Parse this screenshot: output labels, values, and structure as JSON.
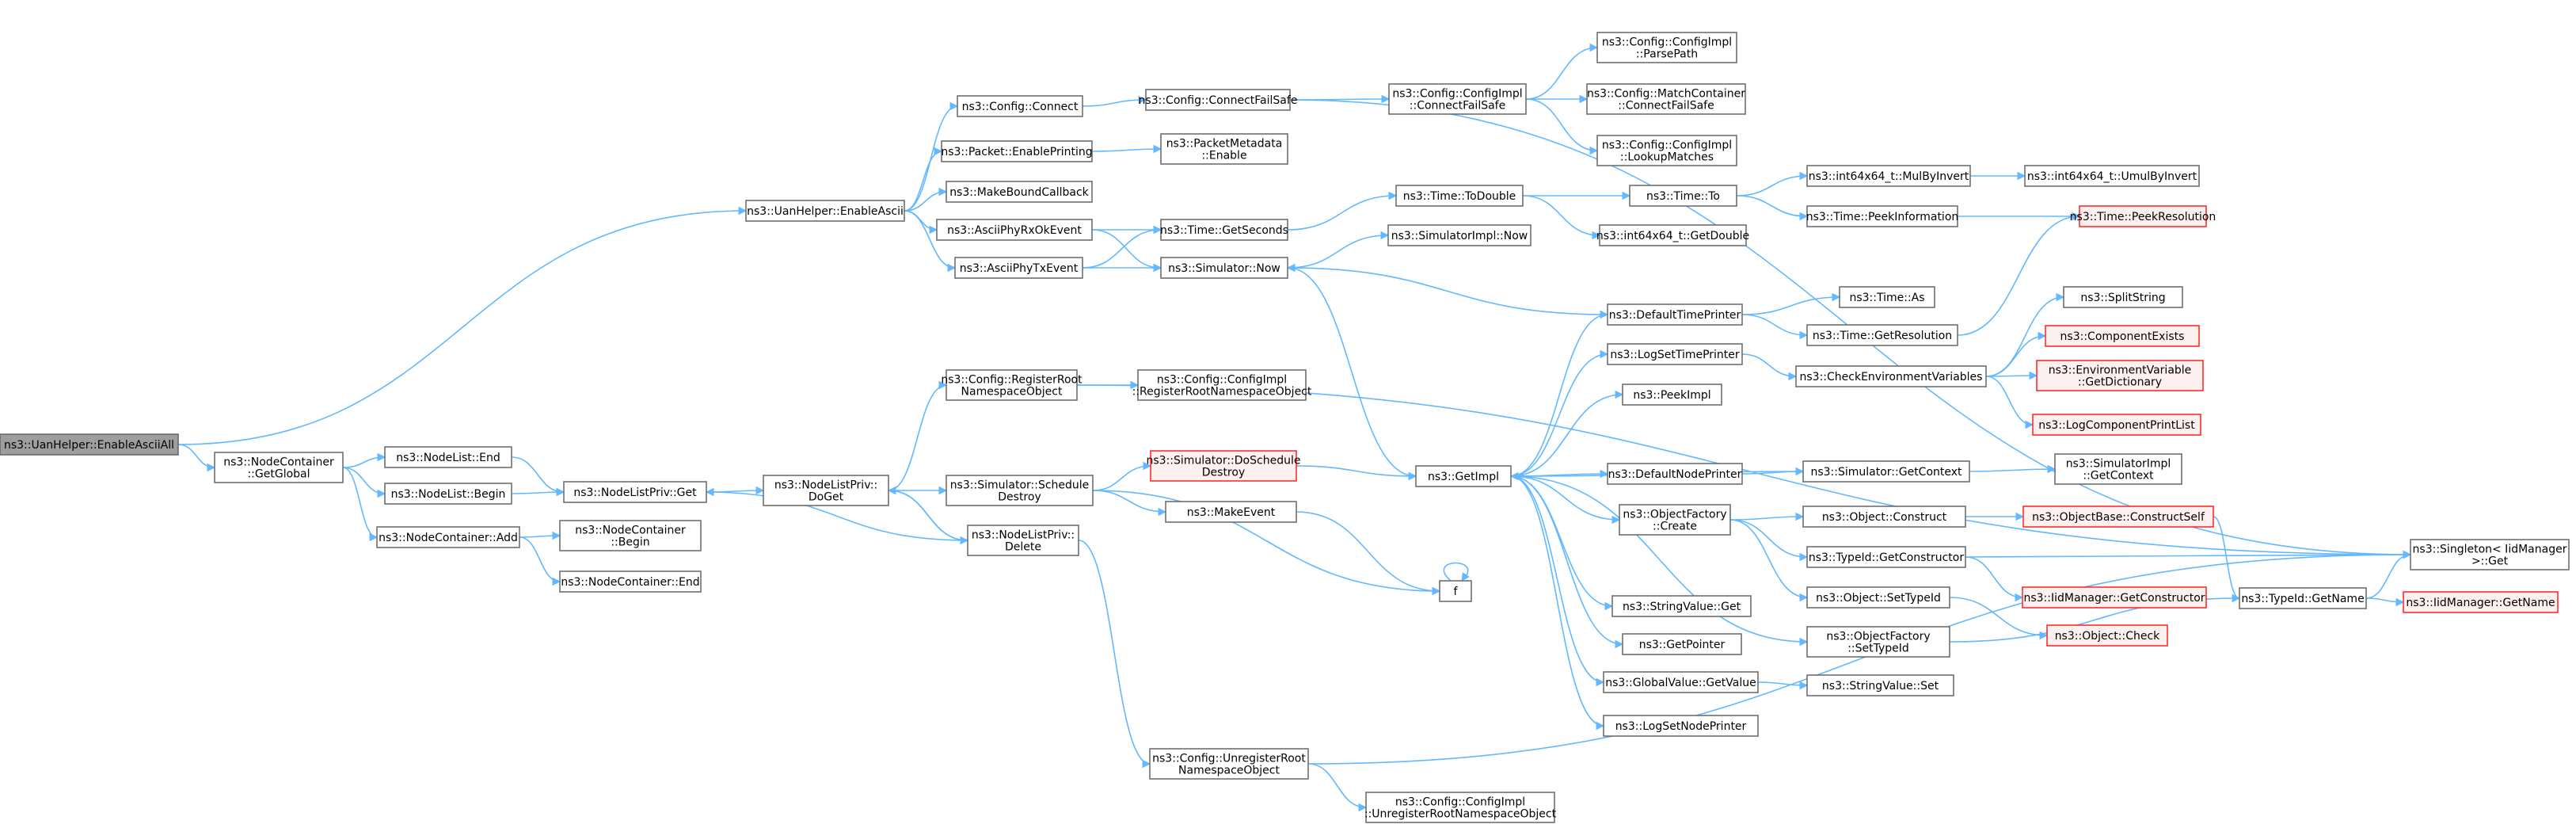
{
  "diagram": {
    "colors": {
      "edge": "#63b8ff",
      "node_border": "#666666",
      "root_fill": "#9e9e9e",
      "truncated_border": "#ff2020"
    },
    "nodes": [
      {
        "id": "root",
        "lines": [
          "ns3::UanHelper::EnableAsciiAll"
        ],
        "style": "root"
      },
      {
        "id": "ncGetGlobal",
        "lines": [
          "ns3::NodeContainer",
          "::GetGlobal"
        ]
      },
      {
        "id": "nlEnd",
        "lines": [
          "ns3::NodeList::End"
        ]
      },
      {
        "id": "nlBegin",
        "lines": [
          "ns3::NodeList::Begin"
        ]
      },
      {
        "id": "ncAdd",
        "lines": [
          "ns3::NodeContainer::Add"
        ]
      },
      {
        "id": "nlpGet",
        "lines": [
          "ns3::NodeListPriv::Get"
        ]
      },
      {
        "id": "ncBegin",
        "lines": [
          "ns3::NodeContainer",
          "::Begin"
        ]
      },
      {
        "id": "ncEnd",
        "lines": [
          "ns3::NodeContainer::End"
        ]
      },
      {
        "id": "nlpDoGet",
        "lines": [
          "ns3::NodeListPriv::",
          "DoGet"
        ]
      },
      {
        "id": "regRoot",
        "lines": [
          "ns3::Config::RegisterRoot",
          "NamespaceObject"
        ]
      },
      {
        "id": "cfgImplRegRoot",
        "lines": [
          "ns3::Config::ConfigImpl",
          "::RegisterRootNamespaceObject"
        ]
      },
      {
        "id": "schedDestroy",
        "lines": [
          "ns3::Simulator::Schedule",
          "Destroy"
        ]
      },
      {
        "id": "nlpDelete",
        "lines": [
          "ns3::NodeListPriv::",
          "Delete"
        ]
      },
      {
        "id": "doScheduleDestroy",
        "lines": [
          "ns3::Simulator::DoSchedule",
          "Destroy"
        ],
        "style": "red"
      },
      {
        "id": "makeEvent",
        "lines": [
          "ns3::MakeEvent"
        ]
      },
      {
        "id": "f",
        "lines": [
          "f"
        ]
      },
      {
        "id": "unregRoot",
        "lines": [
          "ns3::Config::UnregisterRoot",
          "NamespaceObject"
        ]
      },
      {
        "id": "cfgImplUnreg",
        "lines": [
          "ns3::Config::ConfigImpl",
          "::UnregisterRootNamespaceObject"
        ]
      },
      {
        "id": "enableAscii",
        "lines": [
          "ns3::UanHelper::EnableAscii"
        ]
      },
      {
        "id": "cfgConnect",
        "lines": [
          "ns3::Config::Connect"
        ]
      },
      {
        "id": "pktEnablePrinting",
        "lines": [
          "ns3::Packet::EnablePrinting"
        ]
      },
      {
        "id": "makeBoundCallback",
        "lines": [
          "ns3::MakeBoundCallback"
        ]
      },
      {
        "id": "asciiRxOk",
        "lines": [
          "ns3::AsciiPhyRxOkEvent"
        ]
      },
      {
        "id": "asciiTx",
        "lines": [
          "ns3::AsciiPhyTxEvent"
        ]
      },
      {
        "id": "cfgConnectFailSafe",
        "lines": [
          "ns3::Config::ConnectFailSafe"
        ]
      },
      {
        "id": "pmEnable",
        "lines": [
          "ns3::PacketMetadata",
          "::Enable"
        ]
      },
      {
        "id": "timeGetSeconds",
        "lines": [
          "ns3::Time::GetSeconds"
        ]
      },
      {
        "id": "simNow",
        "lines": [
          "ns3::Simulator::Now"
        ]
      },
      {
        "id": "cfgImplConnectFailSafe",
        "lines": [
          "ns3::Config::ConfigImpl",
          "::ConnectFailSafe"
        ]
      },
      {
        "id": "cfgImplParsePath",
        "lines": [
          "ns3::Config::ConfigImpl",
          "::ParsePath"
        ]
      },
      {
        "id": "matchContainer",
        "lines": [
          "ns3::Config::MatchContainer",
          "::ConnectFailSafe"
        ]
      },
      {
        "id": "cfgImplLookup",
        "lines": [
          "ns3::Config::ConfigImpl",
          "::LookupMatches"
        ]
      },
      {
        "id": "timeToDouble",
        "lines": [
          "ns3::Time::ToDouble"
        ]
      },
      {
        "id": "simImplNow",
        "lines": [
          "ns3::SimulatorImpl::Now"
        ]
      },
      {
        "id": "timeTo",
        "lines": [
          "ns3::Time::To"
        ]
      },
      {
        "id": "int64GetDouble",
        "lines": [
          "ns3::int64x64_t::GetDouble"
        ]
      },
      {
        "id": "int64MulByInvert",
        "lines": [
          "ns3::int64x64_t::MulByInvert"
        ]
      },
      {
        "id": "int64UmulByInvert",
        "lines": [
          "ns3::int64x64_t::UmulByInvert"
        ]
      },
      {
        "id": "timePeekInfo",
        "lines": [
          "ns3::Time::PeekInformation"
        ]
      },
      {
        "id": "timePeekRes",
        "lines": [
          "ns3::Time::PeekResolution"
        ],
        "style": "red"
      },
      {
        "id": "getImpl",
        "lines": [
          "ns3::GetImpl"
        ]
      },
      {
        "id": "defaultTimePrinter",
        "lines": [
          "ns3::DefaultTimePrinter"
        ]
      },
      {
        "id": "timeAs",
        "lines": [
          "ns3::Time::As"
        ]
      },
      {
        "id": "timeGetRes",
        "lines": [
          "ns3::Time::GetResolution"
        ]
      },
      {
        "id": "logSetTimePrinter",
        "lines": [
          "ns3::LogSetTimePrinter"
        ]
      },
      {
        "id": "checkEnv",
        "lines": [
          "ns3::CheckEnvironmentVariables"
        ]
      },
      {
        "id": "splitString",
        "lines": [
          "ns3::SplitString"
        ]
      },
      {
        "id": "componentExists",
        "lines": [
          "ns3::ComponentExists"
        ],
        "style": "red"
      },
      {
        "id": "envGetDict",
        "lines": [
          "ns3::EnvironmentVariable",
          "::GetDictionary"
        ],
        "style": "red"
      },
      {
        "id": "logCompPrintList",
        "lines": [
          "ns3::LogComponentPrintList"
        ],
        "style": "red"
      },
      {
        "id": "peekImpl",
        "lines": [
          "ns3::PeekImpl"
        ]
      },
      {
        "id": "defaultNodePrinter",
        "lines": [
          "ns3::DefaultNodePrinter"
        ]
      },
      {
        "id": "simGetContext",
        "lines": [
          "ns3::Simulator::GetContext"
        ]
      },
      {
        "id": "simImplGetContext",
        "lines": [
          "ns3::SimulatorImpl",
          "::GetContext"
        ]
      },
      {
        "id": "objFactoryCreate",
        "lines": [
          "ns3::ObjectFactory",
          "::Create"
        ]
      },
      {
        "id": "objConstruct",
        "lines": [
          "ns3::Object::Construct"
        ]
      },
      {
        "id": "objBaseConstructSelf",
        "lines": [
          "ns3::ObjectBase::ConstructSelf"
        ],
        "style": "red"
      },
      {
        "id": "typeIdGetConstructor",
        "lines": [
          "ns3::TypeId::GetConstructor"
        ]
      },
      {
        "id": "iidGetConstructor",
        "lines": [
          "ns3::IidManager::GetConstructor"
        ],
        "style": "red"
      },
      {
        "id": "objSetTypeId",
        "lines": [
          "ns3::Object::SetTypeId"
        ]
      },
      {
        "id": "objCheck",
        "lines": [
          "ns3::Object::Check"
        ],
        "style": "red"
      },
      {
        "id": "typeIdGetName",
        "lines": [
          "ns3::TypeId::GetName"
        ]
      },
      {
        "id": "iidGetName",
        "lines": [
          "ns3::IidManager::GetName"
        ],
        "style": "red"
      },
      {
        "id": "singletonGet",
        "lines": [
          "ns3::Singleton< IidManager",
          ">::Get"
        ]
      },
      {
        "id": "stringValueGet",
        "lines": [
          "ns3::StringValue::Get"
        ]
      },
      {
        "id": "getPointer",
        "lines": [
          "ns3::GetPointer"
        ]
      },
      {
        "id": "objFactorySetTypeId",
        "lines": [
          "ns3::ObjectFactory",
          "::SetTypeId"
        ]
      },
      {
        "id": "globalValueGetValue",
        "lines": [
          "ns3::GlobalValue::GetValue"
        ]
      },
      {
        "id": "stringValueSet",
        "lines": [
          "ns3::StringValue::Set"
        ]
      },
      {
        "id": "logSetNodePrinter",
        "lines": [
          "ns3::LogSetNodePrinter"
        ]
      }
    ]
  }
}
